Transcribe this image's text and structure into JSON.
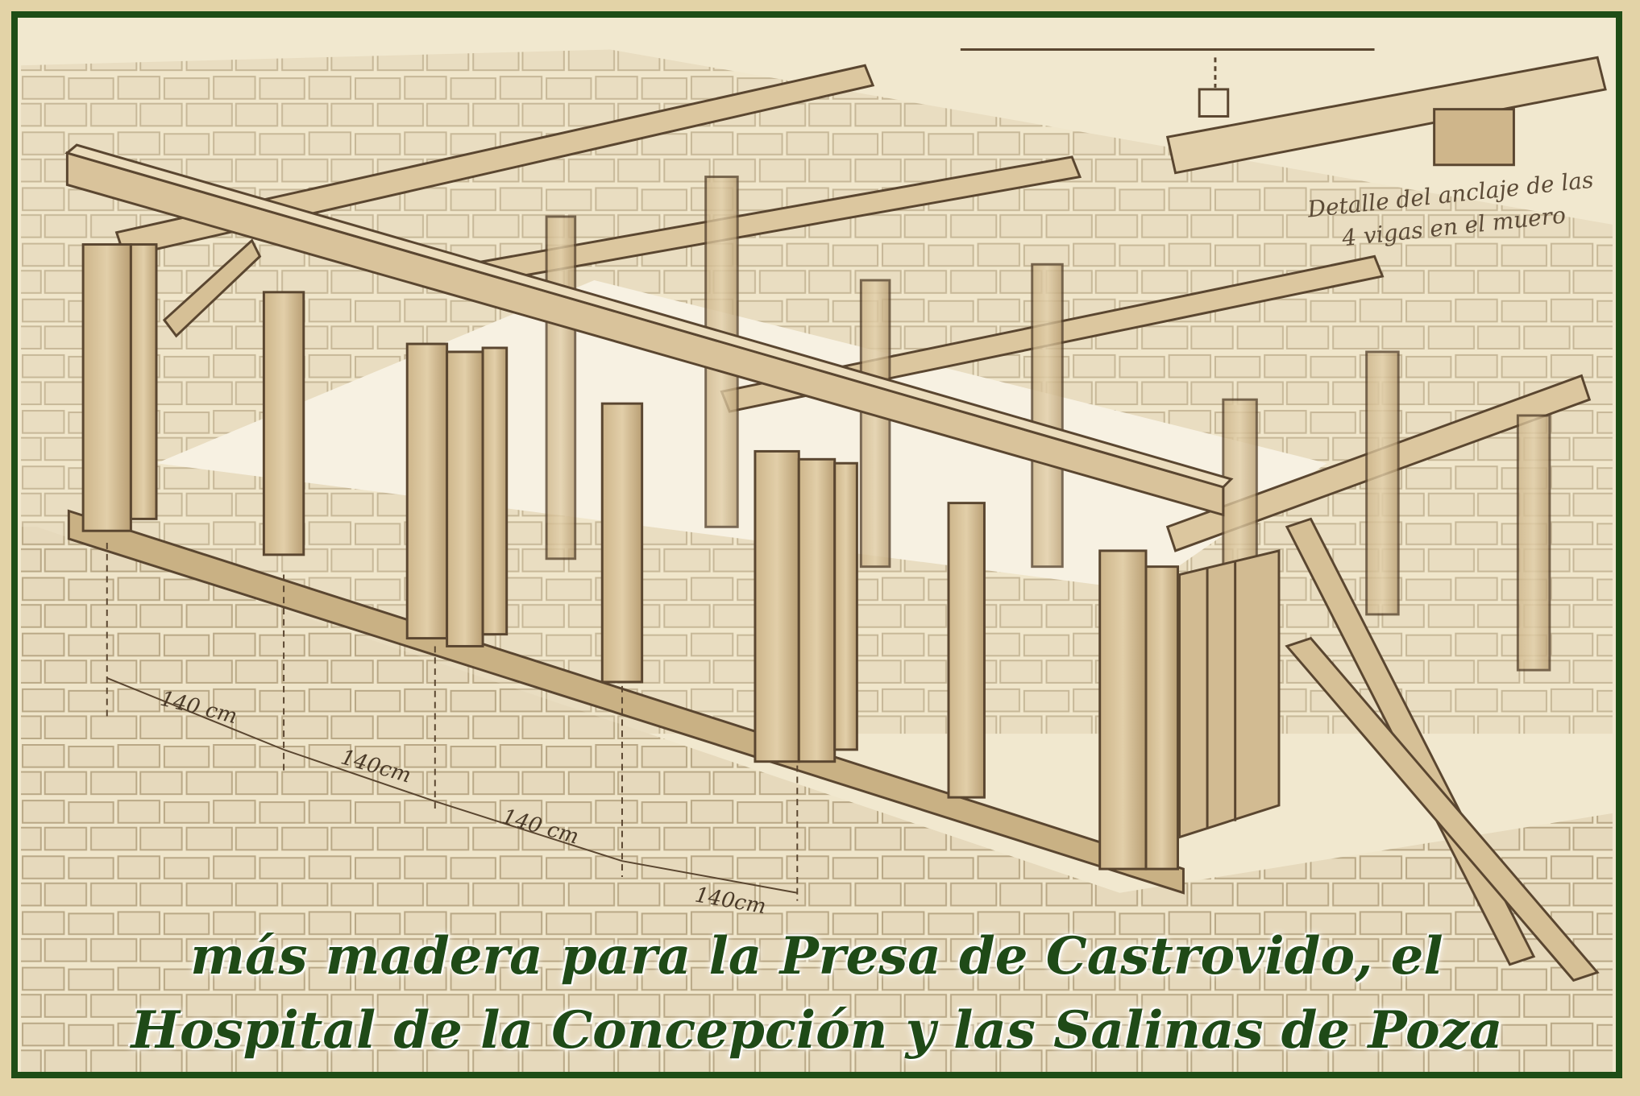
{
  "annotations": {
    "dimensions": [
      "140 cm",
      "140cm",
      "140 cm",
      "140cm"
    ],
    "detail_note": "Detalle del anclaje de las 4 vigas en el muero"
  },
  "caption": {
    "line1": "más madera para la Presa de Castrovido, el",
    "line2": "Hospital de la  Concepción y las Salinas de Poza"
  },
  "colors": {
    "frame_border": "#1e4d16",
    "caption_text": "#1f4a17",
    "wood": "#d8c29a",
    "stone": "#e6dac0",
    "ink": "#5a4630"
  }
}
